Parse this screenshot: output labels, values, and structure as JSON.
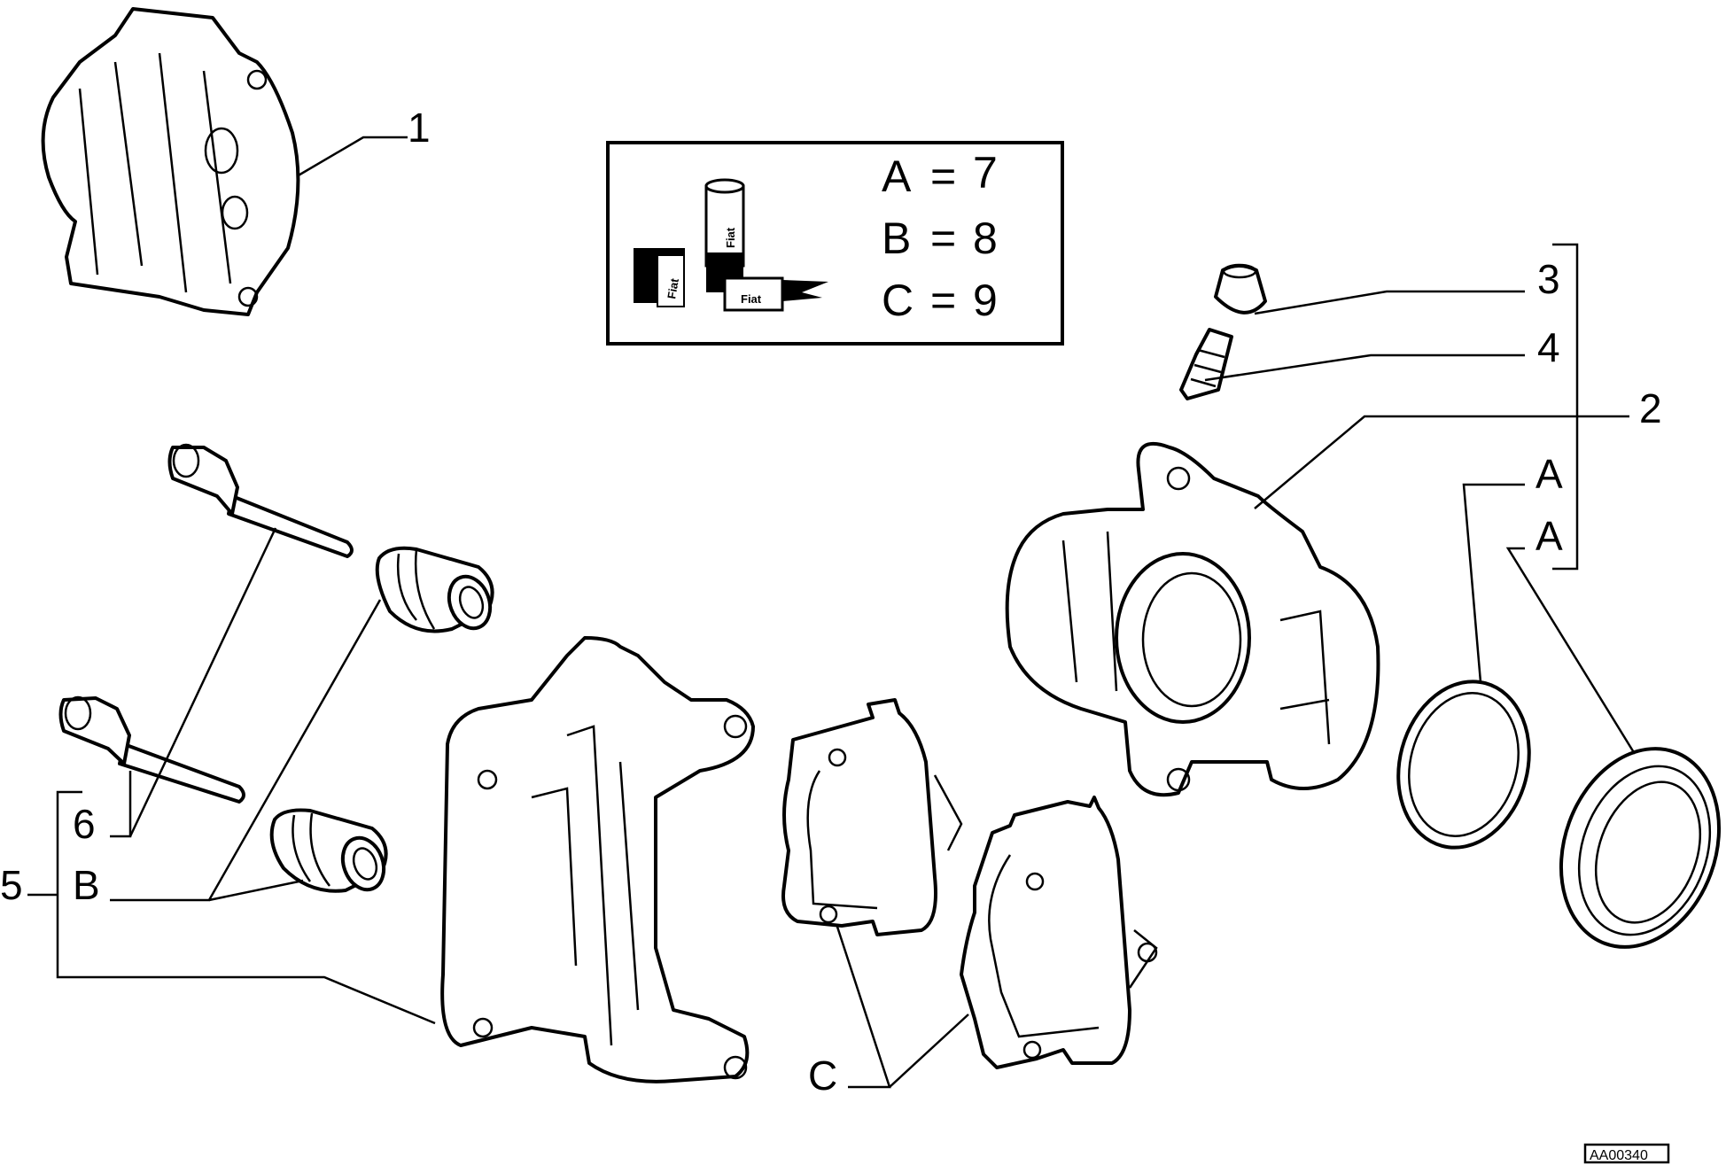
{
  "diagram": {
    "callouts": {
      "c1": "1",
      "c2": "2",
      "c3": "3",
      "c4": "4",
      "c5": "5",
      "c6": "6",
      "a1": "A",
      "a2": "A",
      "b": "B",
      "c": "C"
    },
    "legend": {
      "rows": [
        {
          "key": "A",
          "eq": "=",
          "value": "7"
        },
        {
          "key": "B",
          "eq": "=",
          "value": "8"
        },
        {
          "key": "C",
          "eq": "=",
          "value": "9"
        }
      ],
      "product_brand": "Fiat"
    },
    "drawing_code": "AA00340"
  }
}
